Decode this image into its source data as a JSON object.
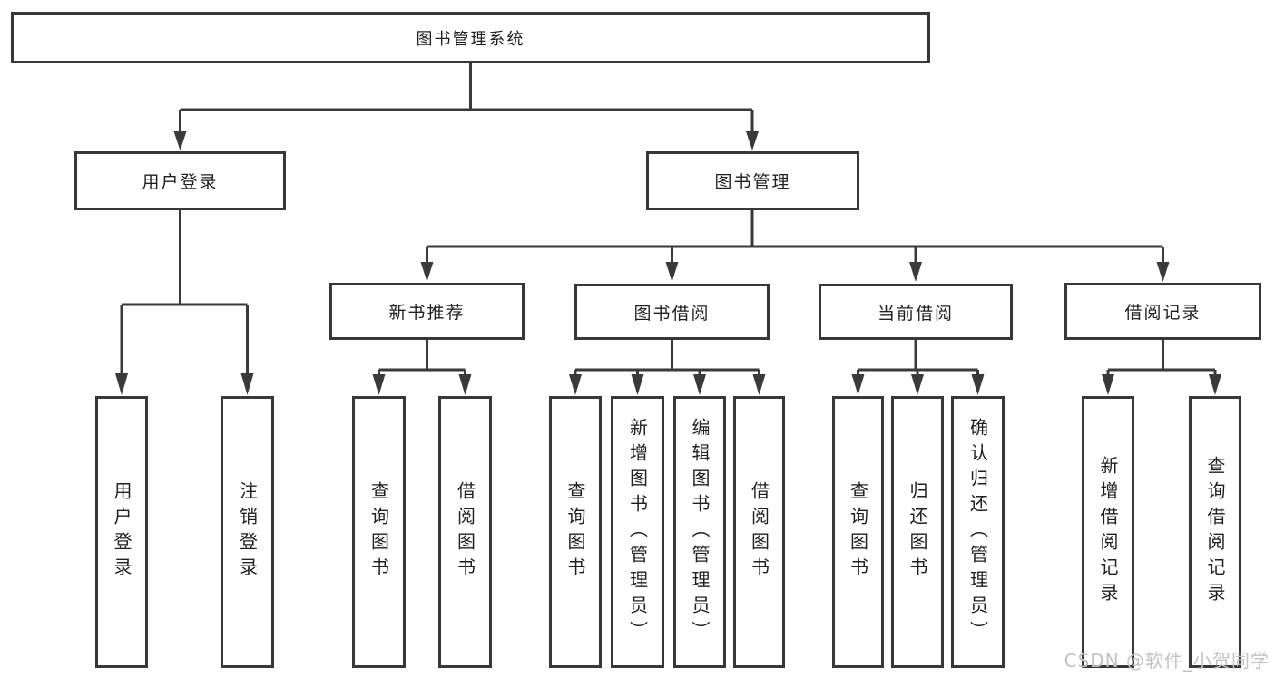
{
  "colors": {
    "background": "#ffffff",
    "line": "#3a3a3a",
    "box_border": "#383838",
    "text": "#1f1f1f",
    "watermark": "#c7c0c0"
  },
  "watermark": {
    "text": "CSDN @软件_小贺同学"
  },
  "diagram": {
    "type": "tree",
    "root": {
      "label": "图书管理系统"
    },
    "branches": [
      {
        "label": "用户登录",
        "children": [
          {
            "label": "用户登录"
          },
          {
            "label": "注销登录"
          }
        ]
      },
      {
        "label": "图书管理",
        "children": [
          {
            "label": "新书推荐",
            "children": [
              {
                "label": "查询图书"
              },
              {
                "label": "借阅图书"
              }
            ]
          },
          {
            "label": "图书借阅",
            "children": [
              {
                "label": "查询图书"
              },
              {
                "label": "新增图书（管理员）"
              },
              {
                "label": "编辑图书（管理员）"
              },
              {
                "label": "借阅图书"
              }
            ]
          },
          {
            "label": "当前借阅",
            "children": [
              {
                "label": "查询图书"
              },
              {
                "label": "归还图书"
              },
              {
                "label": "确认归还（管理员）"
              }
            ]
          },
          {
            "label": "借阅记录",
            "children": [
              {
                "label": "新增借阅记录"
              },
              {
                "label": "查询借阅记录"
              }
            ]
          }
        ]
      }
    ]
  }
}
